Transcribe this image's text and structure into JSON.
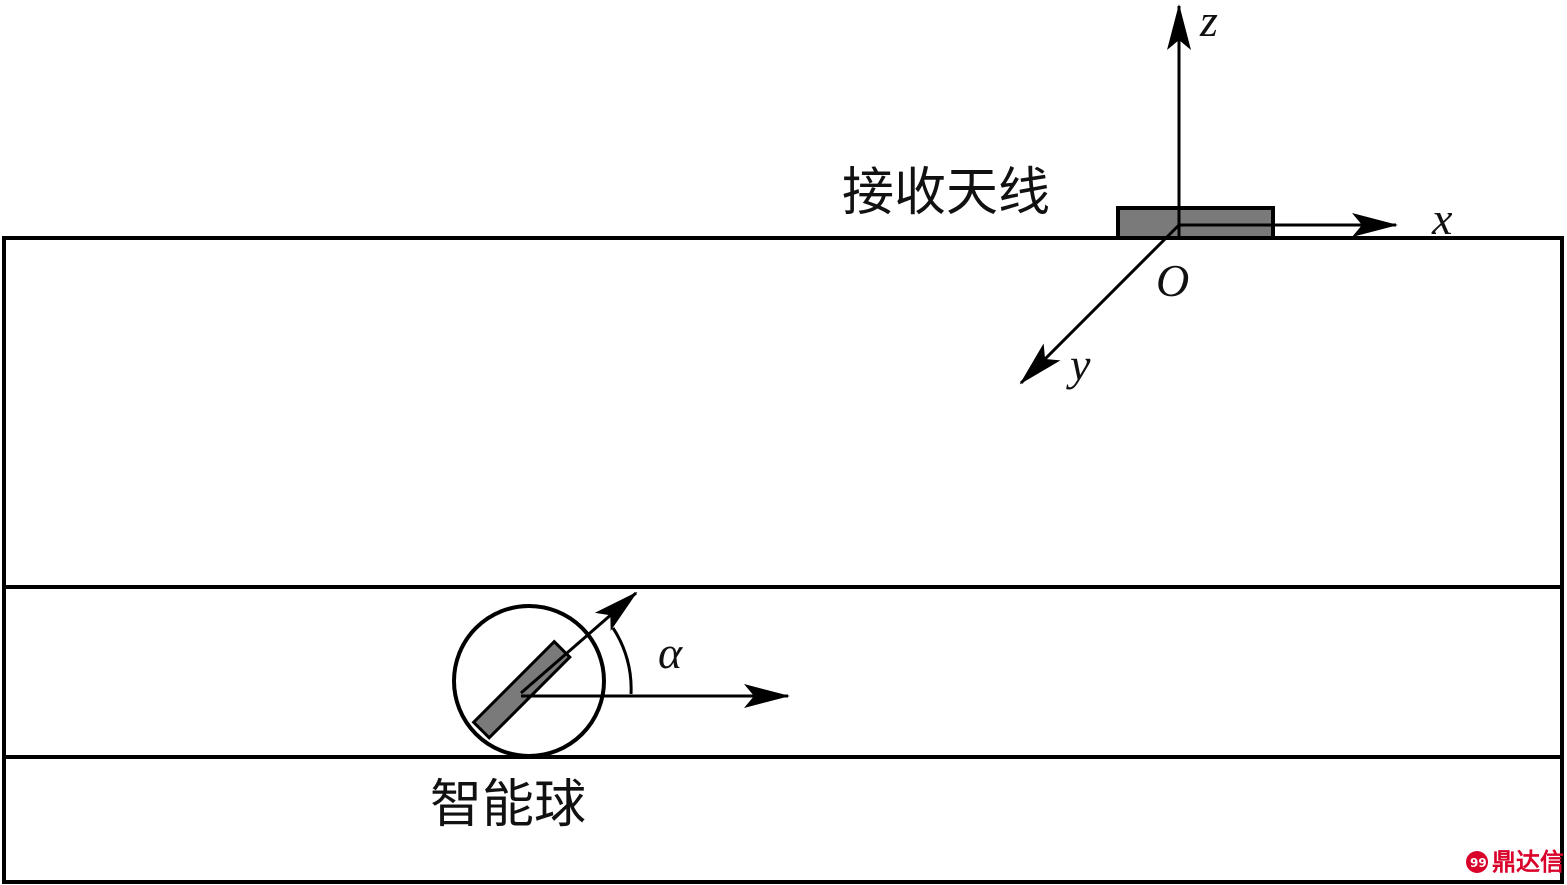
{
  "labels": {
    "antenna": "接收天线",
    "ball": "智能球",
    "alpha": "α",
    "axis_x": "x",
    "axis_y": "y",
    "axis_z": "z",
    "origin": "O"
  },
  "watermark": {
    "text": "鼎达信",
    "color": "#d9002a"
  },
  "colors": {
    "stroke": "#000000",
    "component_fill": "#7a7a7a",
    "background": "#ffffff"
  }
}
